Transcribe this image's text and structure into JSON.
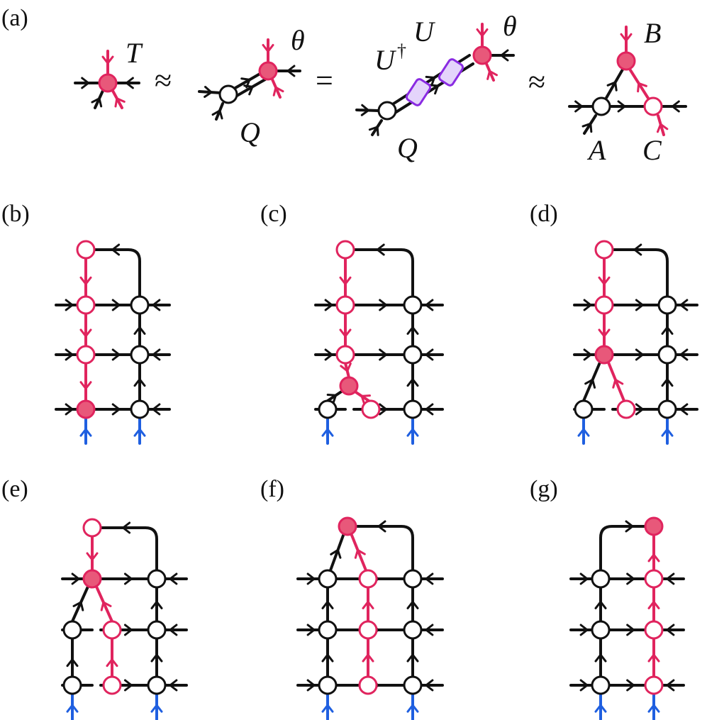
{
  "colors": {
    "black": "#111111",
    "red": "#e0245e",
    "red_fill": "#e8587a",
    "blue": "#1f5fe0",
    "purple": "#8a2be2",
    "purple_fill": "#e4d4fb",
    "white": "#ffffff"
  },
  "panels": {
    "a": {
      "label": "(a)"
    },
    "b": {
      "label": "(b)"
    },
    "c": {
      "label": "(c)"
    },
    "d": {
      "label": "(d)"
    },
    "e": {
      "label": "(e)"
    },
    "f": {
      "label": "(f)"
    },
    "g": {
      "label": "(g)"
    }
  },
  "symbols": {
    "T": "T",
    "approx1": "≈",
    "theta1": "θ",
    "Q1": "Q",
    "equals": "=",
    "U": "U",
    "Udag": "U",
    "dagger": "†",
    "theta2": "θ",
    "Q2": "Q",
    "approx2": "≈",
    "B": "B",
    "A": "A",
    "C": "C"
  }
}
